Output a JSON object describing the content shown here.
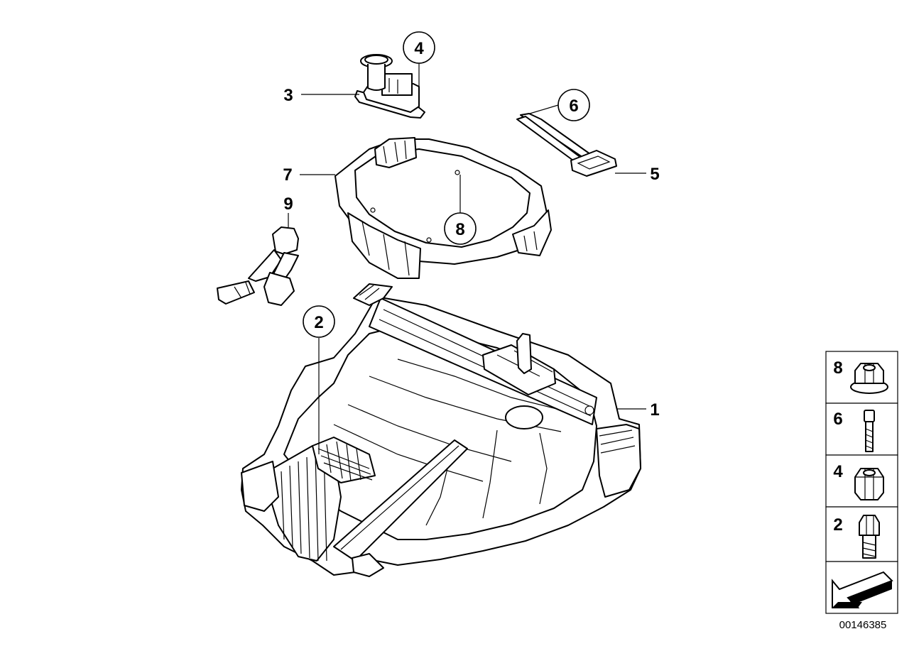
{
  "callouts": {
    "c1": "1",
    "c2": "2",
    "c3": "3",
    "c4": "4",
    "c5": "5",
    "c6": "6",
    "c7": "7",
    "c8": "8",
    "c9": "9"
  },
  "legend": {
    "items": [
      "8",
      "6",
      "4",
      "2"
    ],
    "icons": [
      "flange-nut-icon",
      "screw-icon",
      "hex-nut-icon",
      "hex-bolt-icon",
      "direction-arrow-icon"
    ]
  },
  "document_number": "00146385"
}
